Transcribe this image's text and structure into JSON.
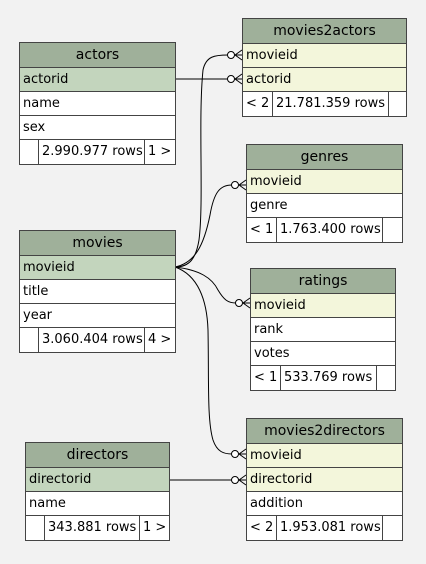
{
  "tables": {
    "actors": {
      "title": "actors",
      "fields": [
        "actorid",
        "name",
        "sex"
      ],
      "footer": {
        "ref": "",
        "rows": "2.990.977 rows",
        "links": "1 >"
      }
    },
    "movies2actors": {
      "title": "movies2actors",
      "fields": [
        "movieid",
        "actorid"
      ],
      "footer": {
        "ref": "< 2",
        "rows": "21.781.359 rows",
        "links": ""
      }
    },
    "genres": {
      "title": "genres",
      "fields": [
        "movieid",
        "genre"
      ],
      "footer": {
        "ref": "< 1",
        "rows": "1.763.400 rows",
        "links": ""
      }
    },
    "movies": {
      "title": "movies",
      "fields": [
        "movieid",
        "title",
        "year"
      ],
      "footer": {
        "ref": "",
        "rows": "3.060.404 rows",
        "links": "4 >"
      }
    },
    "ratings": {
      "title": "ratings",
      "fields": [
        "movieid",
        "rank",
        "votes"
      ],
      "footer": {
        "ref": "< 1",
        "rows": "533.769 rows",
        "links": ""
      }
    },
    "directors": {
      "title": "directors",
      "fields": [
        "directorid",
        "name"
      ],
      "footer": {
        "ref": "",
        "rows": "343.881 rows",
        "links": "1 >"
      }
    },
    "movies2directors": {
      "title": "movies2directors",
      "fields": [
        "movieid",
        "directorid",
        "addition"
      ],
      "footer": {
        "ref": "< 2",
        "rows": "1.953.081 rows",
        "links": ""
      }
    }
  },
  "relationships": [
    {
      "from": "actors.actorid",
      "to": "movies2actors.actorid"
    },
    {
      "from": "movies.movieid",
      "to": "movies2actors.movieid"
    },
    {
      "from": "movies.movieid",
      "to": "genres.movieid"
    },
    {
      "from": "movies.movieid",
      "to": "ratings.movieid"
    },
    {
      "from": "movies.movieid",
      "to": "movies2directors.movieid"
    },
    {
      "from": "directors.directorid",
      "to": "movies2directors.directorid"
    }
  ],
  "colors": {
    "header": "#9fb09a",
    "primary_key_row": "#c3d5bd",
    "foreign_key_row": "#f3f6db",
    "background": "#f2f2f2"
  }
}
